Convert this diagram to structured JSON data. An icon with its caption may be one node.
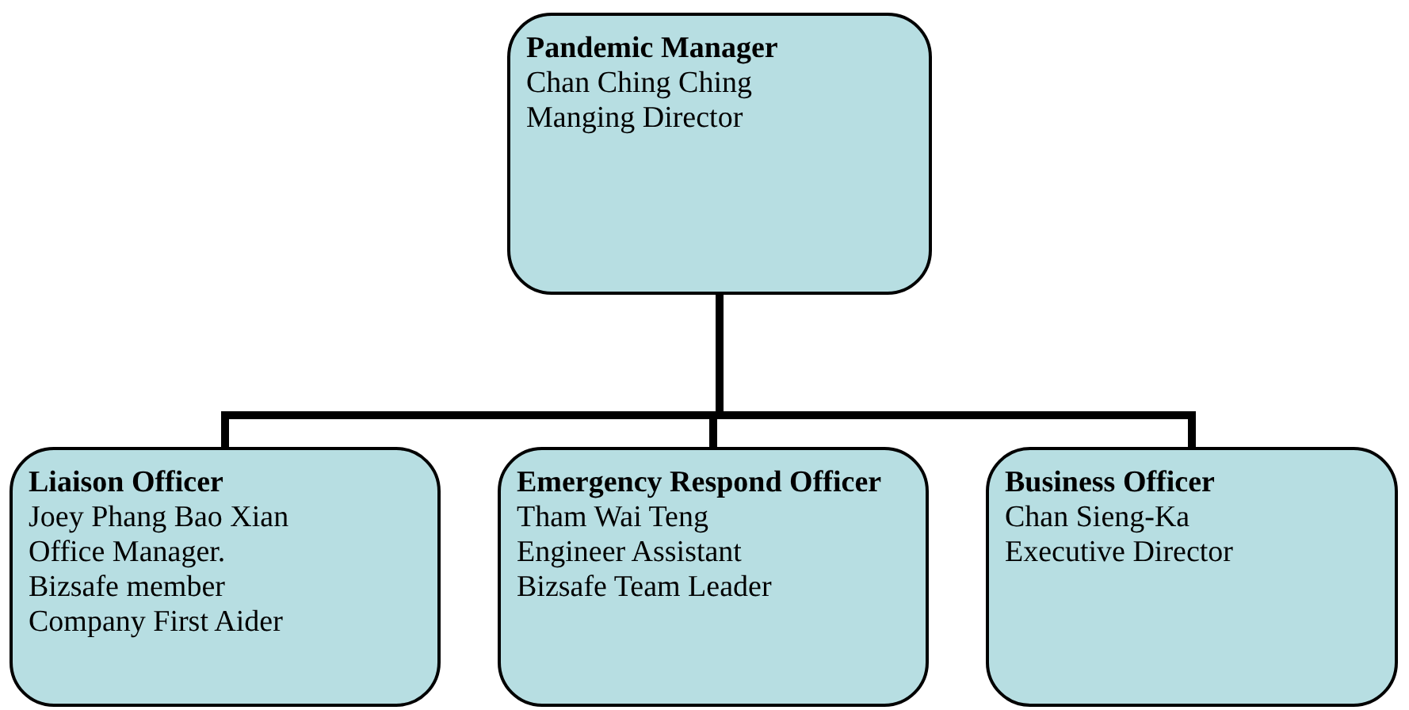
{
  "diagram": {
    "nodes": [
      {
        "text": [
          "Pandemic Manager",
          "Chan Ching Ching",
          "Manging Director"
        ]
      },
      {
        "text": [
          "Liaison Officer",
          "Joey Phang Bao Xian",
          "Office Manager.",
          "Bizsafe member",
          "Company First Aider"
        ]
      },
      {
        "text": [
          "Emergency Respond Officer",
          "Tham Wai Teng",
          "Engineer Assistant",
          "Bizsafe Team Leader"
        ]
      },
      {
        "text": [
          "Business Officer",
          "Chan Sieng-Ka",
          "Executive Director"
        ]
      }
    ],
    "edges": [
      {
        "from": 0,
        "to": 1,
        "arrow": "none"
      },
      {
        "from": 0,
        "to": 2,
        "arrow": "none"
      },
      {
        "from": 0,
        "to": 3,
        "arrow": "none"
      }
    ]
  }
}
